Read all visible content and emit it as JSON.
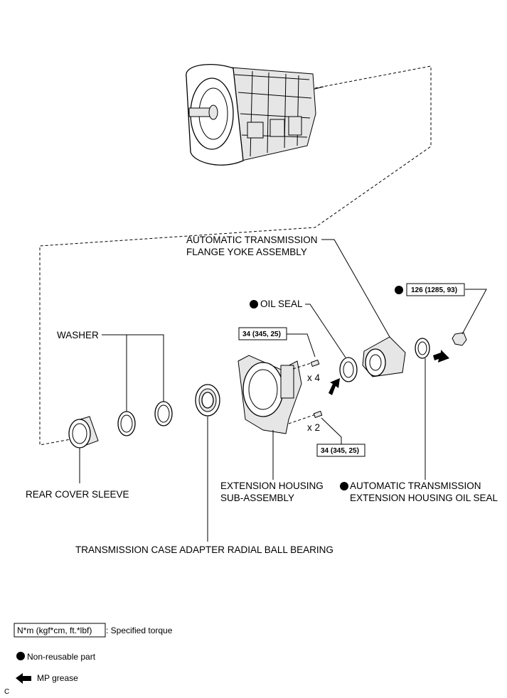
{
  "labels": {
    "flange_yoke_line1": "AUTOMATIC TRANSMISSION",
    "flange_yoke_line2": "FLANGE YOKE ASSEMBLY",
    "oil_seal": "OIL SEAL",
    "washer": "WASHER",
    "rear_cover_sleeve": "REAR COVER SLEEVE",
    "extension_housing_line1": "EXTENSION HOUSING",
    "extension_housing_line2": "SUB-ASSEMBLY",
    "ext_housing_oil_seal_line1": "AUTOMATIC TRANSMISSION",
    "ext_housing_oil_seal_line2": "EXTENSION HOUSING OIL SEAL",
    "radial_ball_bearing": "TRANSMISSION CASE ADAPTER RADIAL BALL BEARING",
    "qty_x4": "x 4",
    "qty_x2": "x 2"
  },
  "torque": {
    "nut": "126 (1285, 93)",
    "upper_bolt": "34 (345, 25)",
    "lower_bolt": "34 (345, 25)"
  },
  "legend": {
    "torque_box": "N*m (kgf*cm, ft.*lbf)",
    "torque_text": ": Specified torque",
    "nonreusable": "Non-reusable part",
    "grease": "MP grease"
  },
  "footer_code": "C",
  "icons": [
    "filled-circle-icon",
    "grease-arrow-icon"
  ]
}
